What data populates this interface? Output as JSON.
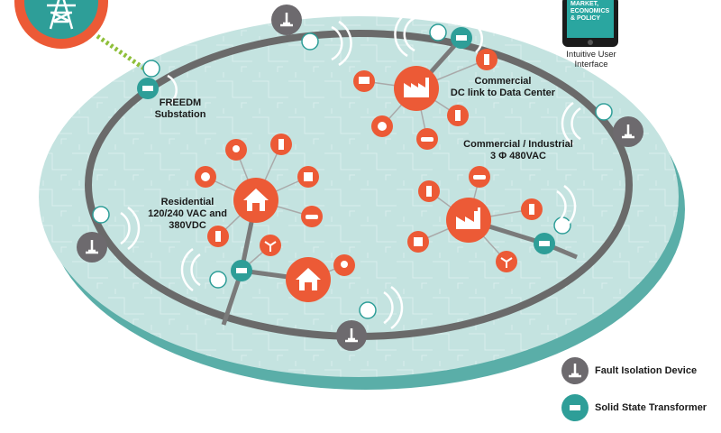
{
  "labels": {
    "substation": "FREEDM\nSubstation",
    "commercial_dc": "Commercial\nDC link to Data Center",
    "commercial_industrial": "Commercial / Industrial\n3 Φ 480VAC",
    "residential": "Residential\n120/240 VAC and\n380VDC"
  },
  "tablet": {
    "screen_text": "MARKET,\nECONOMICS\n& POLICY",
    "caption": "Intuitive User\nInterface"
  },
  "legend": [
    {
      "label": "Fault Isolation Device",
      "icon": "fault-isolation-icon",
      "color": "#6d6a6e"
    },
    {
      "label": "Solid State Transformer",
      "icon": "sst-icon",
      "color": "#2e9e98"
    }
  ],
  "colors": {
    "orange": "#ec5a36",
    "teal": "#2e9e98",
    "gray_ring": "#6a6a6a",
    "ellipse_fill": "#c4e3e0",
    "ellipse_rim": "#5aaea8"
  }
}
